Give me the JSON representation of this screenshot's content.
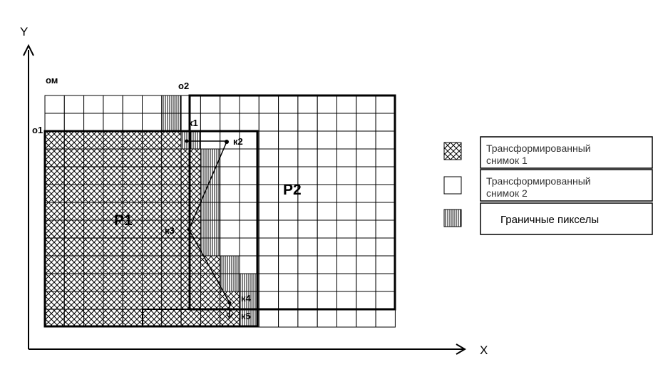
{
  "axes": {
    "y_label": "Y",
    "x_label": "X"
  },
  "points": {
    "om": "ом",
    "o1": "o1",
    "o2": "o2"
  },
  "regions": {
    "p1": "P1",
    "p2": "P2"
  },
  "knots": [
    "к1",
    "к2",
    "к3",
    "к4",
    "к5"
  ],
  "legend": [
    {
      "line1": "Трансформированный",
      "line2": "снимок 1"
    },
    {
      "line1": "Трансформированный",
      "line2": "снимок 2"
    },
    {
      "line1": "Граничные пикселы"
    }
  ]
}
